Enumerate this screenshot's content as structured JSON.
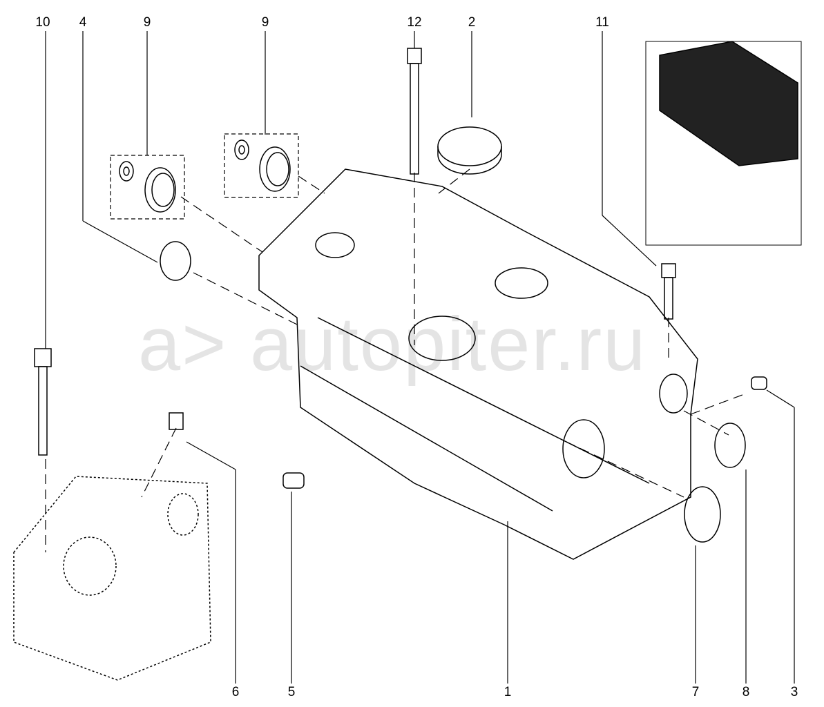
{
  "diagram": {
    "watermark": "a> autopiter.ru",
    "callouts": [
      {
        "id": "10",
        "label": "10"
      },
      {
        "id": "4",
        "label": "4"
      },
      {
        "id": "9a",
        "label": "9"
      },
      {
        "id": "9b",
        "label": "9"
      },
      {
        "id": "12",
        "label": "12"
      },
      {
        "id": "2",
        "label": "2"
      },
      {
        "id": "11",
        "label": "11"
      },
      {
        "id": "6",
        "label": "6"
      },
      {
        "id": "5",
        "label": "5"
      },
      {
        "id": "1",
        "label": "1"
      },
      {
        "id": "7",
        "label": "7"
      },
      {
        "id": "8",
        "label": "8"
      },
      {
        "id": "3",
        "label": "3"
      }
    ],
    "line_color": "#000000"
  }
}
